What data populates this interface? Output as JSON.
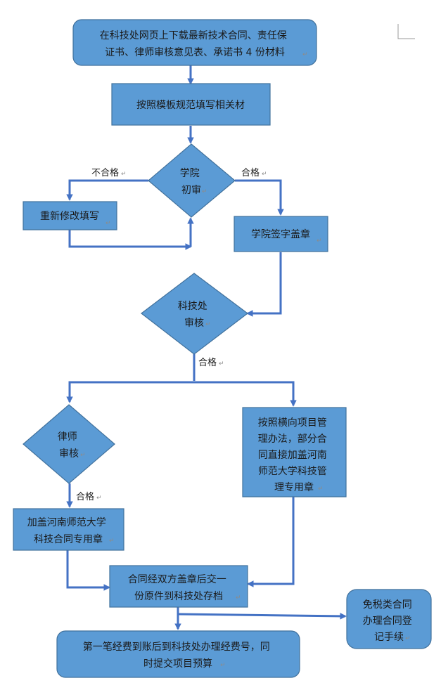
{
  "diagram": {
    "nodes": [
      {
        "id": "download",
        "kind": "rounded",
        "lines": [
          "在科技处网页上下载最新技术合同、责任保",
          "证书、律师审核意见表、承诺书 4 份材料"
        ]
      },
      {
        "id": "fill",
        "kind": "rect",
        "lines": [
          "按照模板规范填写相关材"
        ]
      },
      {
        "id": "college_review",
        "kind": "diamond",
        "lines": [
          "学院",
          "初审"
        ]
      },
      {
        "id": "revise",
        "kind": "rect",
        "lines": [
          "重新修改填写"
        ]
      },
      {
        "id": "college_seal",
        "kind": "rect",
        "lines": [
          "学院签字盖章"
        ]
      },
      {
        "id": "sti_review",
        "kind": "diamond",
        "lines": [
          "科技处",
          "审核"
        ]
      },
      {
        "id": "lawyer_review",
        "kind": "diamond",
        "lines": [
          "律师",
          "审核"
        ]
      },
      {
        "id": "horizontal",
        "kind": "rect",
        "lines": [
          "按照横向项目管",
          "理办法，部分合",
          "同直接加盖河南",
          "师范大学科技管",
          "理专用章"
        ]
      },
      {
        "id": "contract_seal",
        "kind": "rect",
        "lines": [
          "加盖河南师范大学",
          "科技合同专用章"
        ]
      },
      {
        "id": "archive",
        "kind": "rect",
        "lines": [
          "合同经双方盖章后交一",
          "份原件到科技处存档"
        ]
      },
      {
        "id": "taxfree",
        "kind": "rounded",
        "lines": [
          "免税类合同",
          "办理合同登",
          "记手续"
        ]
      },
      {
        "id": "funding",
        "kind": "rounded",
        "lines": [
          "第一笔经费到账后到科技处办理经费号，同",
          "时提交项目预算"
        ]
      }
    ],
    "edges": [
      {
        "from": "download",
        "to": "fill",
        "label": ""
      },
      {
        "from": "fill",
        "to": "college_review",
        "label": ""
      },
      {
        "from": "college_review",
        "to": "revise",
        "label": "不合格"
      },
      {
        "from": "revise",
        "to": "college_review",
        "label": ""
      },
      {
        "from": "college_review",
        "to": "college_seal",
        "label": "合格"
      },
      {
        "from": "college_seal",
        "to": "sti_review",
        "label": ""
      },
      {
        "from": "sti_review",
        "to": "lawyer_review",
        "label": "合格"
      },
      {
        "from": "sti_review",
        "to": "horizontal",
        "label": ""
      },
      {
        "from": "lawyer_review",
        "to": "contract_seal",
        "label": "合格"
      },
      {
        "from": "contract_seal",
        "to": "archive",
        "label": ""
      },
      {
        "from": "horizontal",
        "to": "archive",
        "label": ""
      },
      {
        "from": "archive",
        "to": "taxfree",
        "label": ""
      },
      {
        "from": "archive",
        "to": "funding",
        "label": ""
      }
    ]
  },
  "colors": {
    "node_fill": "#5b9bd5",
    "node_stroke": "#41719c",
    "edge": "#4472c4",
    "text": "#1a1a1a"
  },
  "icons": {
    "paragraph_mark": "return-arrow-icon"
  }
}
